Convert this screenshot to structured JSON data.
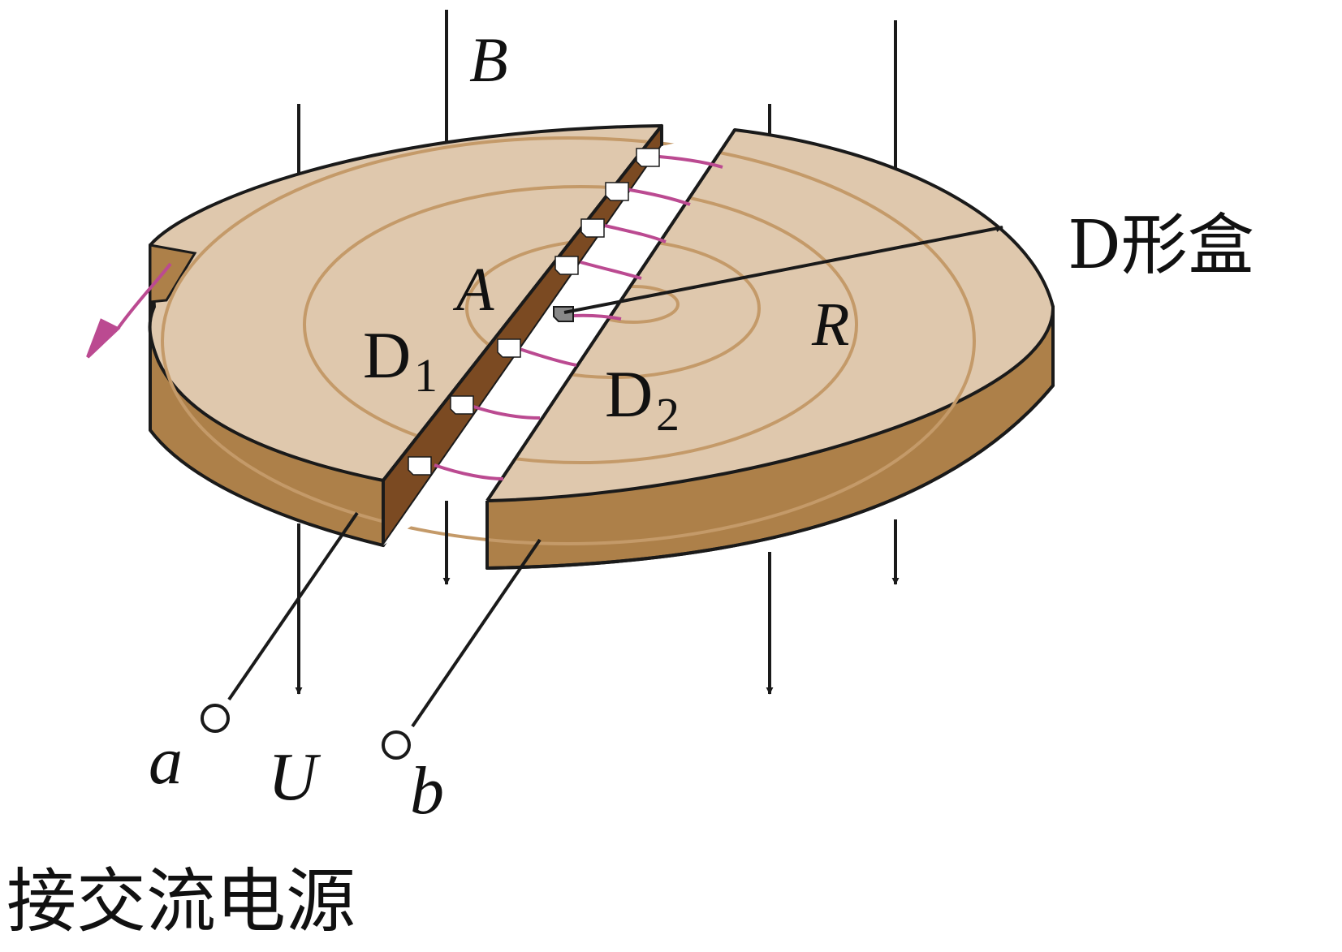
{
  "labels": {
    "field": "B",
    "center_point": "A",
    "radius": "R",
    "dee_box": "D形盒",
    "dee1_main": "D",
    "dee1_sub": "1",
    "dee2_main": "D",
    "dee2_sub": "2",
    "terminal_a": "a",
    "terminal_b": "b",
    "voltage": "U",
    "ac_source": "接交流电源"
  },
  "colors": {
    "disk_top": "#dfc8ad",
    "disk_side": "#ad8049",
    "gap_wall": "#7b4a22",
    "orbit": "#c49a69",
    "trajectory": "#bb4a91",
    "outline": "#1a1a1a"
  }
}
